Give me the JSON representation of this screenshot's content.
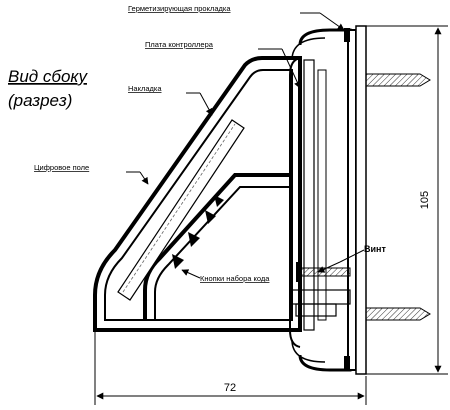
{
  "diagram": {
    "title_line1": "Вид сбоку",
    "title_line2": "(разрез)",
    "labels": {
      "seal_gasket": "Герметизирующая прокладка",
      "controller_board": "Плата контроллера",
      "housing": "Накладка",
      "digital_field": "Цифровое поле",
      "dial_buttons": "Кнопки набора кода",
      "screw": "Винт"
    },
    "dimensions": {
      "height": "105",
      "width": "72"
    }
  }
}
